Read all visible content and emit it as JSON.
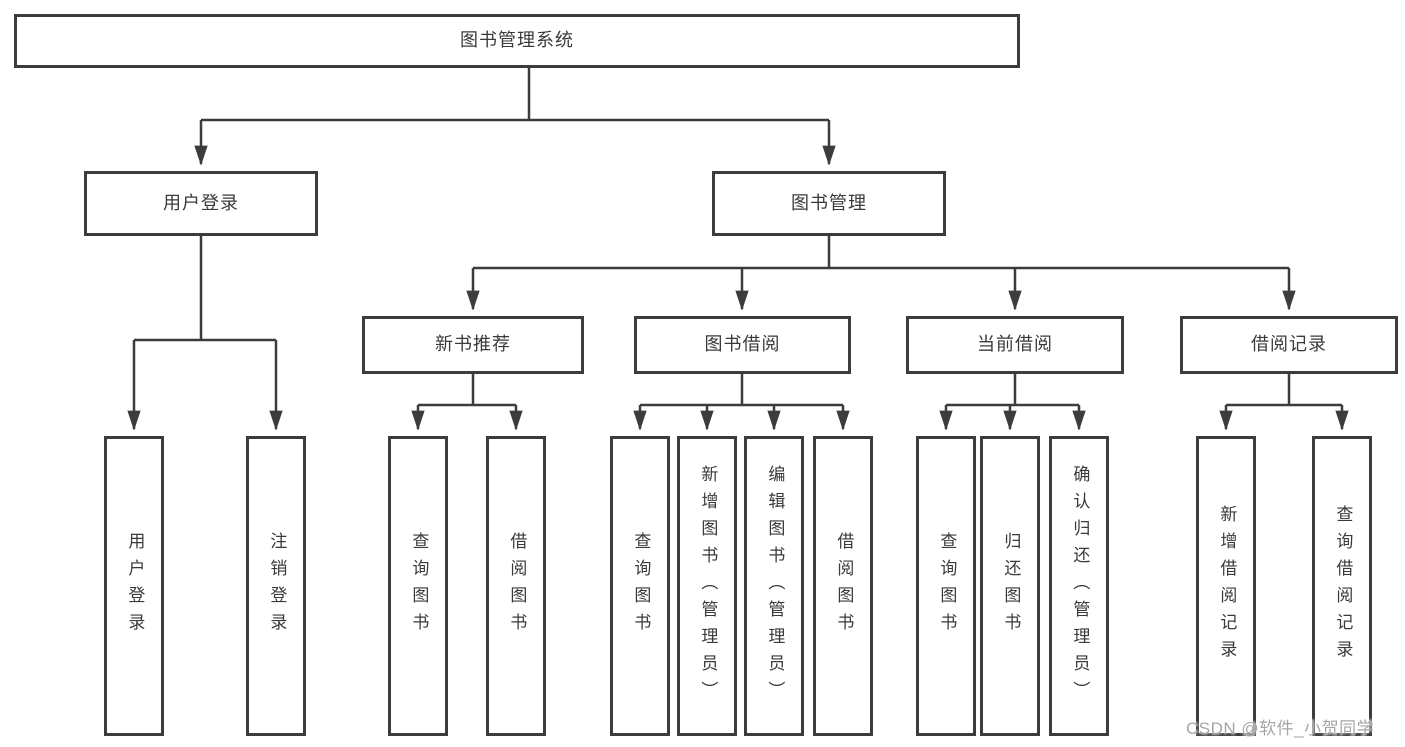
{
  "diagram": {
    "title": "图书管理系统",
    "branches": [
      {
        "label": "用户登录",
        "leaves": [
          "用户登录",
          "注销登录"
        ]
      },
      {
        "label": "图书管理",
        "groups": [
          {
            "label": "新书推荐",
            "leaves": [
              "查询图书",
              "借阅图书"
            ]
          },
          {
            "label": "图书借阅",
            "leaves": [
              "查询图书",
              "新增图书（管理员）",
              "编辑图书（管理员）",
              "借阅图书"
            ]
          },
          {
            "label": "当前借阅",
            "leaves": [
              "查询图书",
              "归还图书",
              "确认归还（管理员）"
            ]
          },
          {
            "label": "借阅记录",
            "leaves": [
              "新增借阅记录",
              "查询借阅记录"
            ]
          }
        ]
      }
    ]
  },
  "watermark": {
    "text": "CSDN @软件_小贺同学"
  },
  "colors": {
    "line": "#3c3c3c",
    "box_border": "#3c3c3c",
    "box_background": "#ffffff",
    "text": "#3a3a3a",
    "watermark": "#a6a6a6",
    "page_background": "#ffffff"
  }
}
